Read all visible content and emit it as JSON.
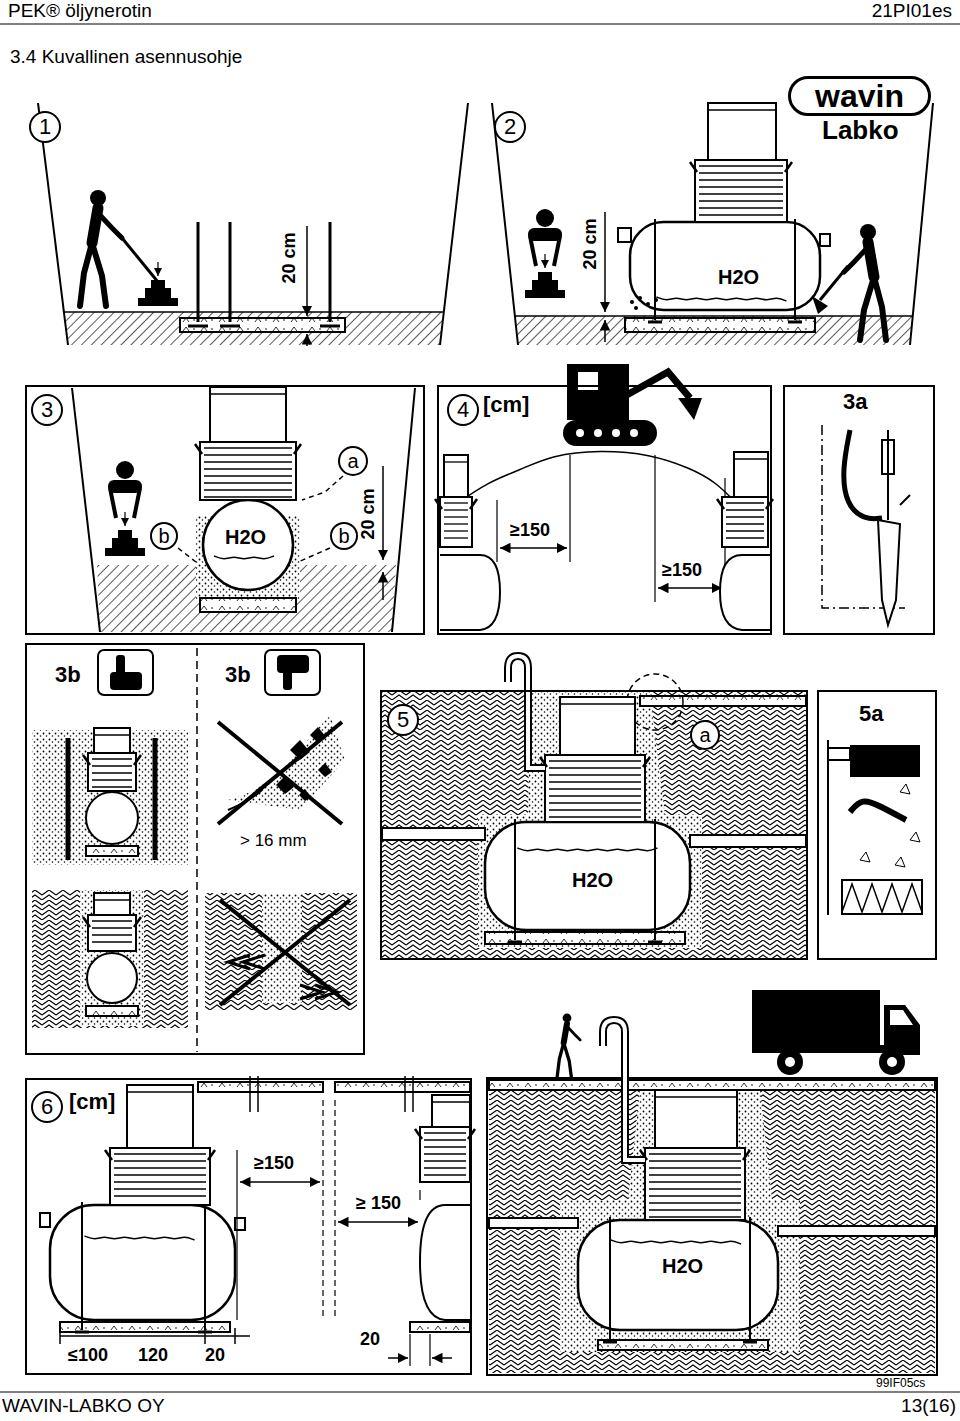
{
  "diagram": {
    "title": "3.4 Kuvallinen asennusohje",
    "nodes": [
      {
        "text": [
          "1"
        ]
      },
      {
        "text": [
          "2"
        ]
      },
      {
        "text": [
          "wavin",
          "Labko"
        ]
      },
      {
        "text": [
          "3"
        ]
      },
      {
        "text": [
          "a"
        ],
        "in": 3
      },
      {
        "text": [
          "b"
        ],
        "in": 3
      },
      {
        "text": [
          "b"
        ],
        "in": 3
      },
      {
        "text": [
          "4",
          "[cm]"
        ]
      },
      {
        "text": [
          "3a"
        ]
      },
      {
        "text": [
          "3b",
          "3b"
        ]
      },
      {
        "text": [
          "5"
        ]
      },
      {
        "text": [
          "a"
        ],
        "in": 10
      },
      {
        "text": [
          "5a"
        ]
      },
      {
        "text": [
          "6",
          "[cm]"
        ]
      }
    ],
    "labels": [
      "PEK® öljynerotin",
      "21PI01es",
      "20 cm",
      "20 cm",
      "H2O",
      "20 cm",
      "H2O",
      "≥150",
      "≥150",
      "> 16 mm",
      "H2O",
      "≥150",
      "≥ 150",
      "≤100",
      "120",
      "20",
      "20",
      "H2O",
      "99IF05cs",
      "WAVIN-LABKO OY",
      "13(16)"
    ]
  }
}
